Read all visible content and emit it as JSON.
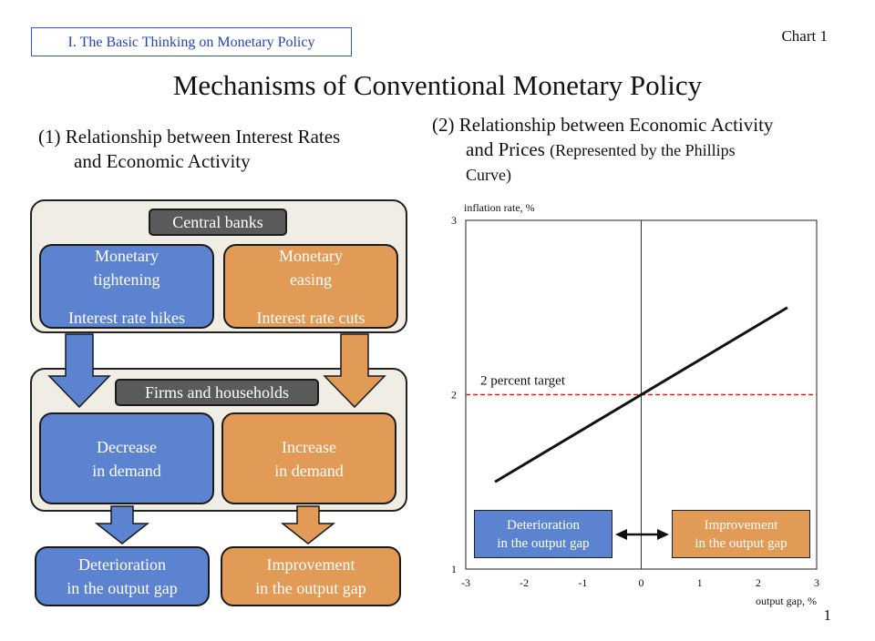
{
  "header": {
    "section_tag": "I. The Basic Thinking on Monetary Policy",
    "chart_number": "Chart 1",
    "title": "Mechanisms of Conventional Monetary Policy",
    "page_number": "1"
  },
  "left_panel": {
    "heading_line1": "(1) Relationship between Interest Rates",
    "heading_line2": "and Economic Activity",
    "central_banks_label": "Central banks",
    "tightening_line1": "Monetary",
    "tightening_line2": "tightening",
    "tightening_line3": "Interest rate hikes",
    "easing_line1": "Monetary",
    "easing_line2": "easing",
    "easing_line3": "Interest rate cuts",
    "firms_label": "Firms and households",
    "decrease_line1": "Decrease",
    "decrease_line2": "in demand",
    "increase_line1": "Increase",
    "increase_line2": "in demand",
    "deterioration_line1": "Deterioration",
    "deterioration_line2": "in the output gap",
    "improvement_line1": "Improvement",
    "improvement_line2": "in the output gap"
  },
  "right_panel": {
    "heading_line1": "(2) Relationship between Economic Activity",
    "heading_line2": "and Prices",
    "heading_line2_small": "(Represented by the Phillips",
    "heading_line3": "Curve)"
  },
  "colors": {
    "blue": "#5b83d0",
    "orange": "#e29a57",
    "target_line": "#e02020",
    "section_tag": "#2244bb"
  },
  "chart_data": {
    "type": "line",
    "xlabel": "output gap, %",
    "ylabel": "inflation rate, %",
    "xlim": [
      -3,
      3
    ],
    "ylim": [
      1,
      3
    ],
    "x_ticks": [
      -3,
      -2,
      -1,
      0,
      1,
      2,
      3
    ],
    "y_ticks": [
      1,
      2,
      3
    ],
    "series": [
      {
        "x": [
          -2.5,
          2.5
        ],
        "y": [
          1.5,
          2.5
        ],
        "color": "#111111"
      }
    ],
    "target": {
      "y": 2,
      "label": "2 percent target",
      "color": "#e02020",
      "style": "dashed"
    },
    "zero_line_x": 0,
    "annotations": {
      "left_line1": "Deterioration",
      "left_line2": "in the output gap",
      "right_line1": "Improvement",
      "right_line2": "in the output gap"
    }
  }
}
